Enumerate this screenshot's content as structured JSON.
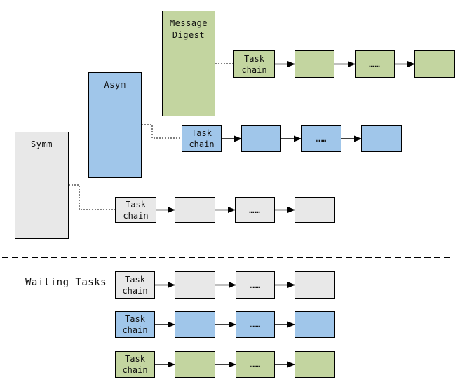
{
  "engines": {
    "symm": {
      "label": "Symm"
    },
    "asym": {
      "label": "Asym"
    },
    "digest": {
      "label": "Message Digest"
    }
  },
  "labels": {
    "task_chain": "Task chain",
    "ellipsis": "……",
    "waiting_tasks": "Waiting Tasks"
  },
  "colors": {
    "green": "#c3d5a0",
    "blue": "#a0c6ea",
    "gray": "#e8e8e8",
    "border": "#000000",
    "text": "#111111"
  }
}
